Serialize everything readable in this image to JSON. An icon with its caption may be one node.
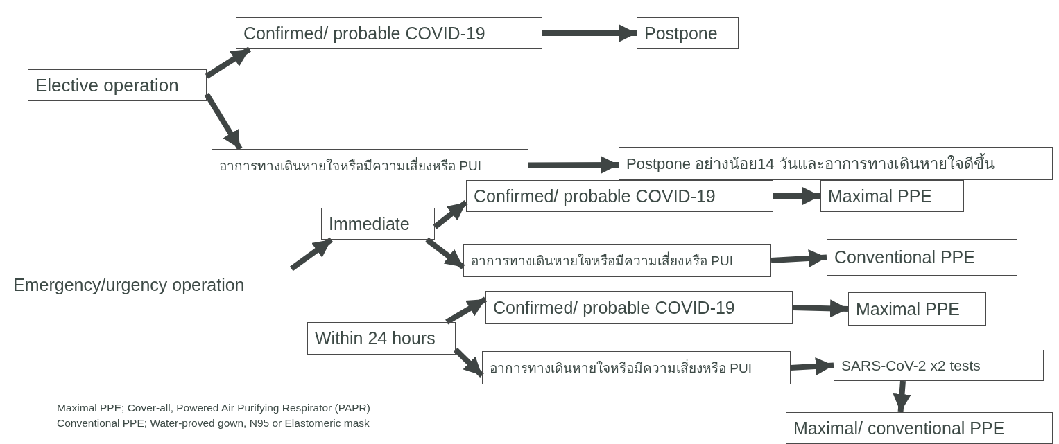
{
  "diagram": {
    "nodes": [
      {
        "text": [
          "Elective operation"
        ]
      },
      {
        "text": [
          "Confirmed/ probable COVID-19"
        ]
      },
      {
        "text": [
          "Postpone"
        ]
      },
      {
        "text": [
          "อาการทางเดินหายใจหรือมีความเสี่ยงหรือ PUI"
        ]
      },
      {
        "text": [
          "Postpone อย่างน้อย14 วันและอาการทางเดินหายใจดีขึ้น"
        ]
      },
      {
        "text": [
          "Emergency/urgency operation"
        ]
      },
      {
        "text": [
          "Immediate"
        ]
      },
      {
        "text": [
          "Confirmed/ probable COVID-19"
        ]
      },
      {
        "text": [
          "Maximal PPE"
        ]
      },
      {
        "text": [
          "อาการทางเดินหายใจหรือมีความเสี่ยงหรือ PUI"
        ]
      },
      {
        "text": [
          "Conventional  PPE"
        ]
      },
      {
        "text": [
          "Within 24 hours"
        ]
      },
      {
        "text": [
          "Confirmed/ probable COVID-19"
        ]
      },
      {
        "text": [
          "Maximal PPE"
        ]
      },
      {
        "text": [
          "อาการทางเดินหายใจหรือมีความเสี่ยงหรือ PUI"
        ]
      },
      {
        "text": [
          "SARS-CoV-2 x2 tests"
        ]
      },
      {
        "text": [
          "Maximal/ conventional  PPE"
        ]
      }
    ],
    "edges": [
      {
        "from": 0,
        "to": 1,
        "arrow": "to"
      },
      {
        "from": 0,
        "to": 3,
        "arrow": "to"
      },
      {
        "from": 1,
        "to": 2,
        "arrow": "to"
      },
      {
        "from": 3,
        "to": 4,
        "arrow": "to"
      },
      {
        "from": 5,
        "to": 6,
        "arrow": "to"
      },
      {
        "from": 6,
        "to": 7,
        "arrow": "to"
      },
      {
        "from": 6,
        "to": 9,
        "arrow": "to"
      },
      {
        "from": 7,
        "to": 8,
        "arrow": "to"
      },
      {
        "from": 9,
        "to": 10,
        "arrow": "to"
      },
      {
        "from": 11,
        "to": 12,
        "arrow": "to"
      },
      {
        "from": 11,
        "to": 14,
        "arrow": "to"
      },
      {
        "from": 12,
        "to": 13,
        "arrow": "to"
      },
      {
        "from": 14,
        "to": 15,
        "arrow": "to"
      },
      {
        "from": 15,
        "to": 16,
        "arrow": "to"
      }
    ],
    "labels": [
      "Maximal PPE; Cover-all, Powered Air Purifying Respirator (PAPR)",
      "Conventional PPE; Water-proved gown, N95 or Elastomeric mask"
    ]
  }
}
